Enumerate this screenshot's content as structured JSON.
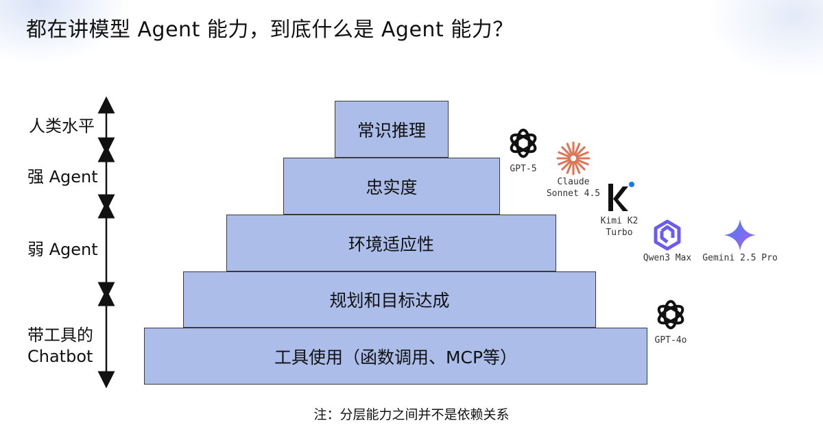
{
  "title": "都在讲模型 Agent 能力，到底什么是 Agent 能力？",
  "pyramid": {
    "levels": [
      {
        "label": "常识推理"
      },
      {
        "label": "忠实度"
      },
      {
        "label": "环境适应性"
      },
      {
        "label": "规划和目标达成"
      },
      {
        "label": "工具使用（函数调用、MCP等）"
      }
    ]
  },
  "side_labels": {
    "human": "人类水平",
    "strong": "强 Agent",
    "weak": "弱 Agent",
    "chatbot_line1": "带工具的",
    "chatbot_line2": "Chatbot"
  },
  "models": {
    "gpt5": {
      "name": "GPT-5",
      "icon": "openai-logo-icon"
    },
    "claude": {
      "line1": "Claude",
      "line2": "Sonnet 4.5",
      "icon": "claude-logo-icon",
      "color": "#d97757"
    },
    "kimi": {
      "line1": "Kimi K2",
      "line2": "Turbo",
      "icon": "kimi-logo-icon",
      "color": "#1677ff"
    },
    "qwen": {
      "name": "Qwen3 Max",
      "icon": "qwen-logo-icon",
      "color": "#6a5cf0"
    },
    "gemini": {
      "name": "Gemini 2.5 Pro",
      "icon": "gemini-logo-icon",
      "color": "#4b7bec"
    },
    "gpt4o": {
      "name": "GPT-4o",
      "icon": "openai-logo-icon"
    }
  },
  "footnote": "注：分层能力之间并不是依赖关系"
}
